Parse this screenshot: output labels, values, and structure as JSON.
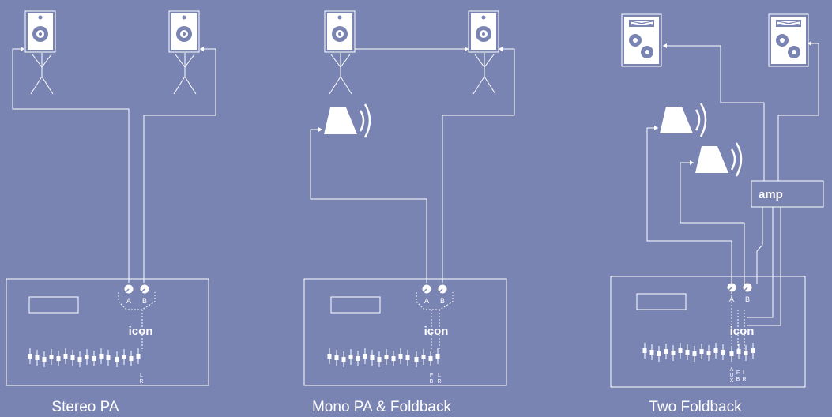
{
  "diagrams": [
    {
      "caption": "Stereo PA",
      "logo": "icon",
      "knob_a": "A",
      "knob_b": "B",
      "out_labels": [
        "L",
        "R"
      ]
    },
    {
      "caption": "Mono PA & Foldback",
      "logo": "icon",
      "knob_a": "A",
      "knob_b": "B",
      "out_labels": [
        "F",
        "B",
        "L",
        "R"
      ]
    },
    {
      "caption": "Two Foldback",
      "logo": "icon",
      "knob_a": "A",
      "knob_b": "B",
      "amp_label": "amp",
      "out_labels": [
        "A",
        "U",
        "X",
        "F",
        "B",
        "L",
        "R"
      ]
    }
  ],
  "colors": {
    "background": "#7a84b3",
    "line": "#ffffff"
  }
}
